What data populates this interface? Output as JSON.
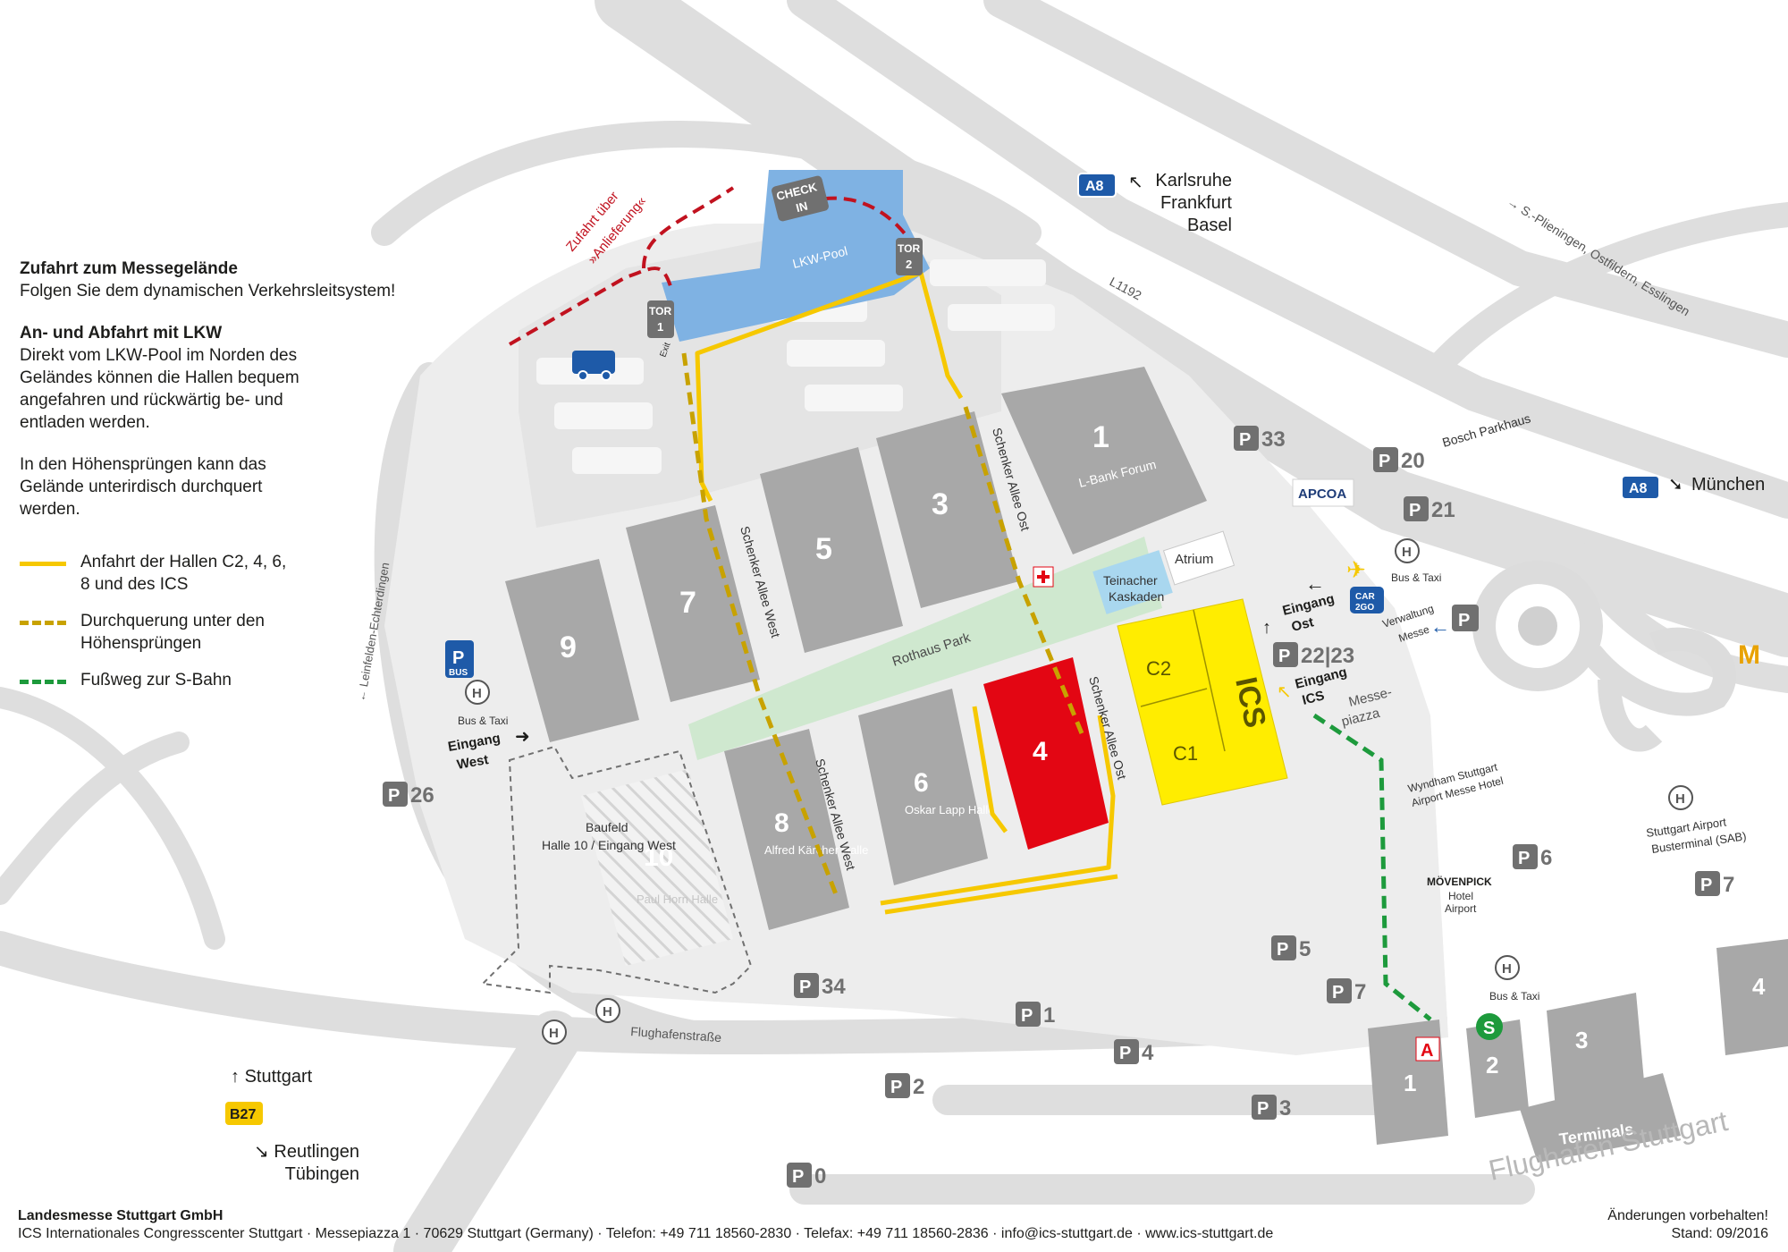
{
  "legend": {
    "access_title": "Zufahrt zum Messegelände",
    "access_text": "Folgen Sie dem dynamischen Verkehrsleitsystem!",
    "truck_title": "An- und Abfahrt mit LKW",
    "truck_text": "Direkt vom LKW-Pool im Norden des Geländes können die Hallen bequem angefahren und rückwärtig be- und entladen werden.",
    "tunnel_text": "In den Höhensprüngen kann das Gelände unterirdisch durchquert werden.",
    "items": [
      {
        "label": "Anfahrt der Hallen C2, 4, 6, 8 und des ICS",
        "color": "#f6c800",
        "style": "solid"
      },
      {
        "label": "Durchquerung unter den Höhensprüngen",
        "color": "#c8a200",
        "style": "dashed"
      },
      {
        "label": "Fußweg zur S-Bahn",
        "color": "#1d9a3c",
        "style": "dashed"
      }
    ]
  },
  "colors": {
    "accent_red": "#e30613",
    "ics_yellow": "#ffed00",
    "route_yellow": "#f6c800",
    "walk_green": "#1d9a3c",
    "park_green": "#cfe8cf",
    "truck_blue": "#7fb2e3",
    "hall_grey": "#a8a8a8",
    "road_grey": "#dcdcdc"
  },
  "halls": [
    {
      "id": "h1",
      "label": "1",
      "sub": "L-Bank Forum"
    },
    {
      "id": "h3",
      "label": "3",
      "sub": ""
    },
    {
      "id": "h5",
      "label": "5",
      "sub": ""
    },
    {
      "id": "h7",
      "label": "7",
      "sub": ""
    },
    {
      "id": "h9",
      "label": "9",
      "sub": ""
    },
    {
      "id": "h4",
      "label": "4",
      "sub": ""
    },
    {
      "id": "h6",
      "label": "6",
      "sub": "Oskar Lapp Halle"
    },
    {
      "id": "h8",
      "label": "8",
      "sub": "Alfred Kärcher Halle"
    },
    {
      "id": "h10",
      "label": "10",
      "sub": "Paul Horn Halle"
    }
  ],
  "ics": {
    "label": "ICS",
    "c1": "C1",
    "c2": "C2"
  },
  "labels": {
    "lkw_pool": "LKW-Pool",
    "check_in_1": "CHECK",
    "check_in_2": "IN",
    "tor1_a": "TOR",
    "tor1_b": "1",
    "tor2_a": "TOR",
    "tor2_b": "2",
    "exit": "Exit",
    "zufahrt_1": "Zufahrt über",
    "zufahrt_2": "»Anlieferung«",
    "rothaus_park": "Rothaus Park",
    "atrium": "Atrium",
    "teinacher_1": "Teinacher",
    "teinacher_2": "Kaskaden",
    "schenker_west_1": "Schenker Allee West",
    "schenker_west_2": "Schenker Allee West",
    "schenker_ost_1": "Schenker Allee Ost",
    "schenker_ost_2": "Schenker Allee Ost",
    "baufeld_1": "Baufeld",
    "baufeld_2": "Halle 10 / Eingang West",
    "eingang_west_1": "Eingang",
    "eingang_west_2": "West",
    "eingang_ost_1": "Eingang",
    "eingang_ost_2": "Ost",
    "eingang_ics_1": "Eingang",
    "eingang_ics_2": "ICS",
    "messepiazza_1": "Messe-",
    "messepiazza_2": "piazza",
    "bus_taxi_w": "Bus & Taxi",
    "bus_taxi_e": "Bus & Taxi",
    "bus_taxi_s": "Bus & Taxi",
    "bus": "BUS",
    "verwaltung_1": "Verwaltung",
    "verwaltung_2": "Messe",
    "bosch": "Bosch Parkhaus",
    "wyndham_1": "Wyndham Stuttgart",
    "wyndham_2": "Airport Messe Hotel",
    "moevenpick_1": "MÖVENPICK",
    "moevenpick_2": "Hotel",
    "moevenpick_3": "Airport",
    "airport_bus_1": "Stuttgart Airport",
    "airport_bus_2": "Busterminal (SAB)",
    "terminals": "Terminals",
    "flughafen": "Flughafen Stuttgart",
    "flughafenstrasse": "Flughafenstraße",
    "l1192": "L1192",
    "leinfelden": "← Leinfelden-Echterdingen",
    "plieningen": "→ S.-Plieningen, Ostfildern, Esslingen",
    "apcoa": "APCOA",
    "car2go_1": "CAR",
    "car2go_2": "2GO",
    "s_bahn": "S",
    "t1": "1",
    "t2": "2",
    "t3": "3",
    "t4": "4"
  },
  "parking": [
    {
      "id": "p33",
      "label": "P33"
    },
    {
      "id": "p20",
      "label": "P20"
    },
    {
      "id": "p21",
      "label": "P21"
    },
    {
      "id": "p2223",
      "label": "P22|23"
    },
    {
      "id": "p26",
      "label": "P26"
    },
    {
      "id": "p34",
      "label": "P34"
    },
    {
      "id": "p1",
      "label": "P1"
    },
    {
      "id": "p2",
      "label": "P2"
    },
    {
      "id": "p3",
      "label": "P3"
    },
    {
      "id": "p4",
      "label": "P4"
    },
    {
      "id": "p5",
      "label": "P5"
    },
    {
      "id": "p6",
      "label": "P6"
    },
    {
      "id": "p7a",
      "label": "P7"
    },
    {
      "id": "p7b",
      "label": "P7"
    },
    {
      "id": "p0",
      "label": "P0"
    }
  ],
  "roads": {
    "a8": "A8",
    "a8_dest": "Karlsruhe Frankfurt Basel",
    "a8_dest_1": "Karlsruhe",
    "a8_dest_2": "Frankfurt",
    "a8_dest_3": "Basel",
    "a8_b": "A8",
    "a8_b_dest": "München",
    "b27": "B27",
    "stuttgart": "Stuttgart",
    "reutlingen": "Reutlingen",
    "tuebingen": "Tübingen"
  },
  "footer": {
    "company": "Landesmesse Stuttgart GmbH",
    "address": "ICS Internationales Congresscenter Stuttgart · Messepiazza 1 · 70629 Stuttgart (Germany) · Telefon: +49 711 18560-2830 · Telefax: +49 711 18560-2836 · info@ics-stuttgart.de · www.ics-stuttgart.de",
    "note_1": "Änderungen vorbehalten!",
    "note_2": "Stand: 09/2016"
  }
}
